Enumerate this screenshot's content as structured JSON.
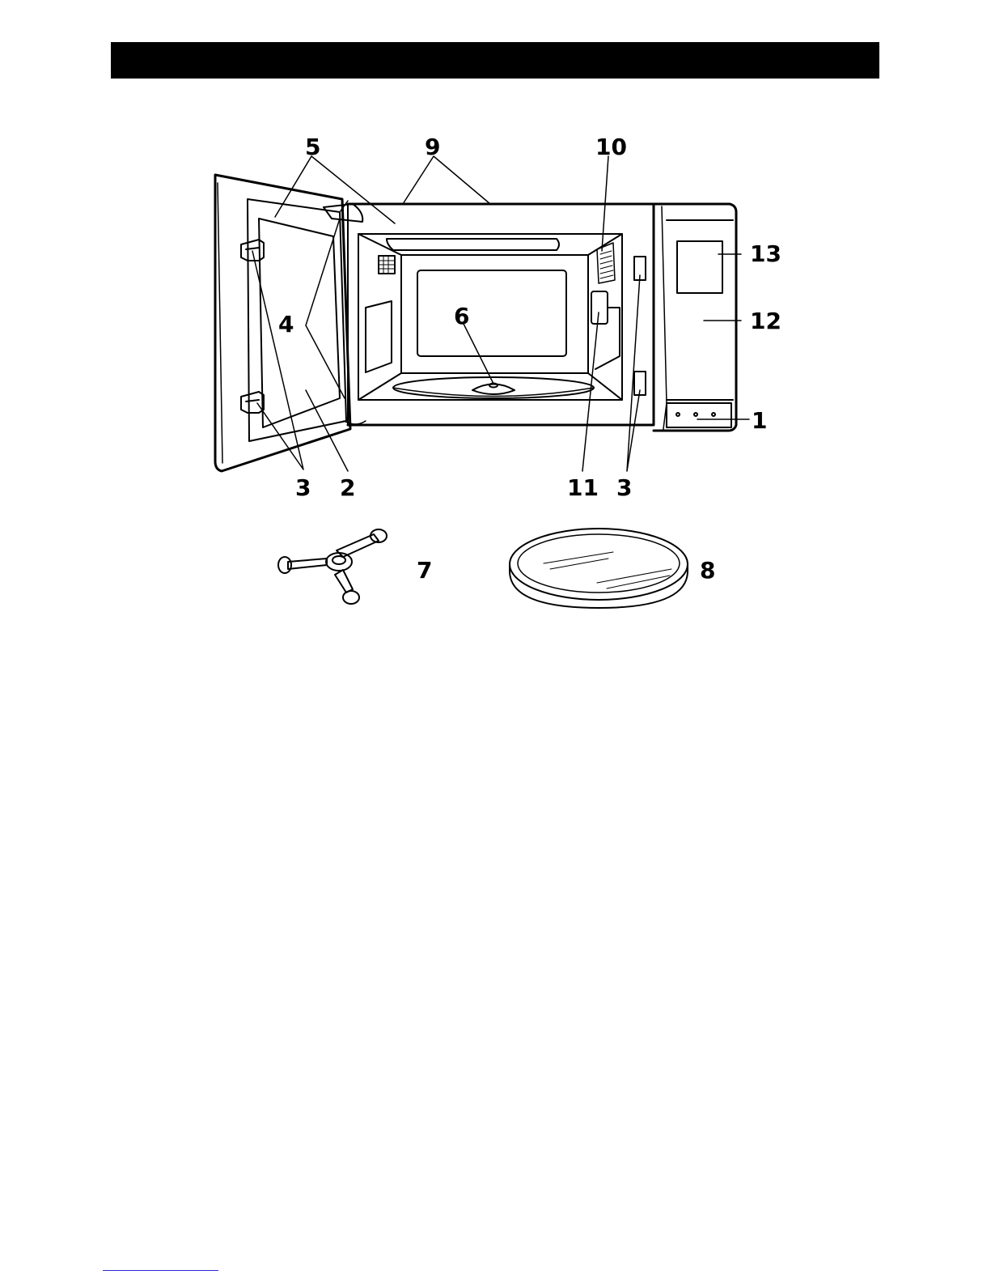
{
  "colors": {
    "background": "#ffffff",
    "ink": "#000000",
    "header_bar": "#000000",
    "footer_rule": "#2b2bd6"
  },
  "callouts": {
    "c1": "1",
    "c2": "2",
    "c3_left": "3",
    "c3_right": "3",
    "c4": "4",
    "c5": "5",
    "c6": "6",
    "c7": "7",
    "c8": "8",
    "c9": "9",
    "c10": "10",
    "c11": "11",
    "c12": "12",
    "c13": "13"
  }
}
